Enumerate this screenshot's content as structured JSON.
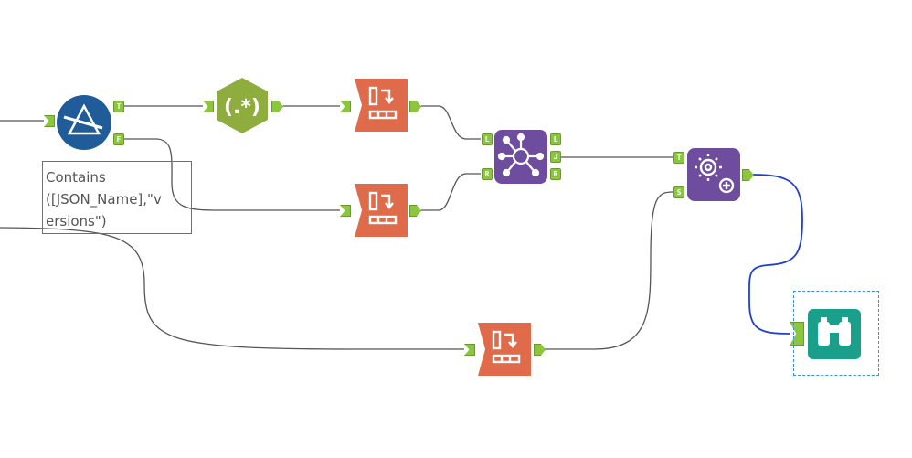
{
  "workflow": {
    "annotation_text": "Contains\n([JSON_Name],\"v\nersions\")",
    "tools": [
      {
        "id": "filter",
        "type": "Filter",
        "icon": "filter-icon",
        "color": "#1f5c99"
      },
      {
        "id": "regex",
        "type": "RegEx",
        "icon": "regex-icon",
        "label": "(.*)",
        "color": "#8fac3f"
      },
      {
        "id": "select1",
        "type": "Select",
        "icon": "select-icon",
        "color": "#e06b4a"
      },
      {
        "id": "select2",
        "type": "Select",
        "icon": "select-icon",
        "color": "#e06b4a"
      },
      {
        "id": "select3",
        "type": "Select",
        "icon": "select-icon",
        "color": "#e06b4a"
      },
      {
        "id": "join",
        "type": "Join",
        "icon": "join-icon",
        "color": "#6e4d9e"
      },
      {
        "id": "append",
        "type": "Append Fields",
        "icon": "append-fields-icon",
        "color": "#6e4d9e"
      },
      {
        "id": "browse",
        "type": "Browse",
        "icon": "browse-icon",
        "color": "#1aa08a",
        "selected": true
      }
    ],
    "anchor_labels": {
      "filter_true": "T",
      "filter_false": "F",
      "join_left_in": "L",
      "join_right_in": "R",
      "join_left_out": "L",
      "join_joined_out": "J",
      "join_right_out": "R",
      "append_target": "T",
      "append_source": "S"
    },
    "colors": {
      "connection": "#555555",
      "selected_connection": "#1f3fcf",
      "anchor": "#8cc63f"
    }
  }
}
